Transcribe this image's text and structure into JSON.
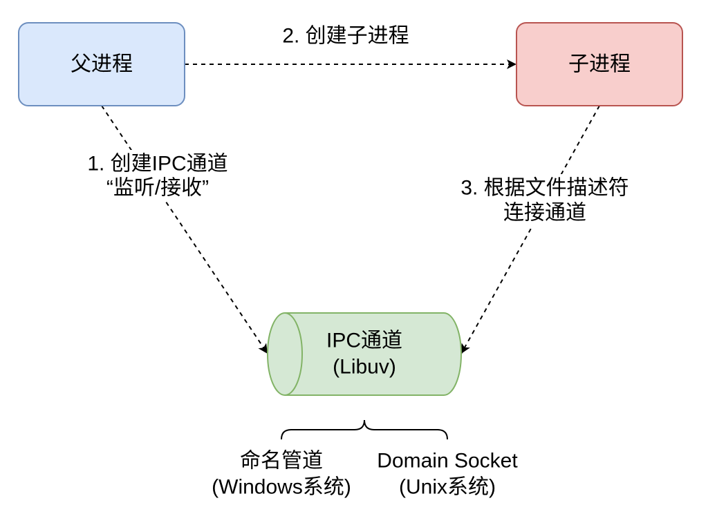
{
  "nodes": {
    "parent": {
      "label": "父进程"
    },
    "child": {
      "label": "子进程"
    },
    "ipc": {
      "label_line1": "IPC通道",
      "label_line2": "(Libuv)"
    }
  },
  "edges": {
    "create_ipc": {
      "label_line1": "1. 创建IPC通道",
      "label_line2": "“监听/接收”"
    },
    "create_child": {
      "label": "2. 创建子进程"
    },
    "connect": {
      "label_line1": "3. 根据文件描述符",
      "label_line2": "连接通道"
    }
  },
  "implementations": {
    "windows": {
      "line1": "命名管道",
      "line2": "(Windows系统)"
    },
    "unix": {
      "line1": "Domain Socket",
      "line2": "(Unix系统)"
    }
  },
  "colors": {
    "parent_fill": "#dae8fc",
    "parent_stroke": "#6c8ebf",
    "child_fill": "#f8cecc",
    "child_stroke": "#b85450",
    "ipc_fill": "#d5e8d4",
    "ipc_stroke": "#82b366",
    "edge": "#000000"
  }
}
